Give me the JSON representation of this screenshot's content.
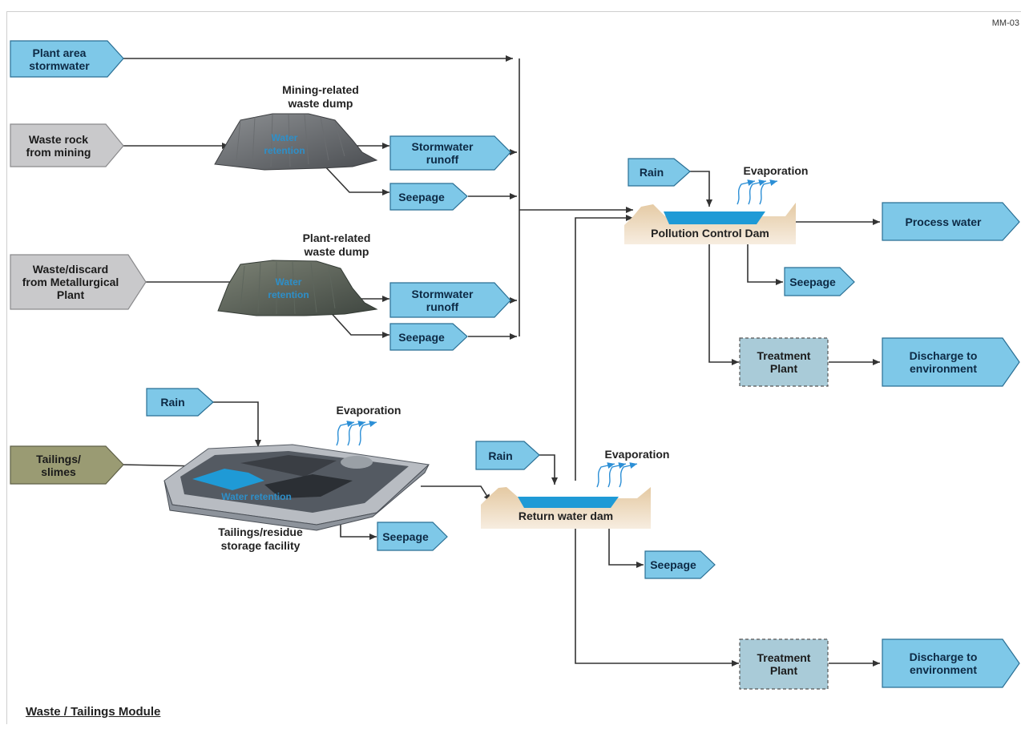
{
  "diagram": {
    "reference": "MM-03",
    "module_title": "Waste / Tailings Module",
    "colors": {
      "blue_box": "#7ec8e8",
      "blue_box_stroke": "#2a6f94",
      "grey_box": "#c9c9cb",
      "olive_box": "#9a9b73",
      "treatment_box": "#a9cbd8",
      "water": "#1f9ad6",
      "earth": "#e9d3b3",
      "arrow": "#333333",
      "evap": "#2c8fd6"
    },
    "inputs": {
      "plant_area_stormwater": "Plant area\nstormwater",
      "waste_rock": "Waste rock\nfrom mining",
      "waste_discard": "Waste/discard\nfrom Metallurgical\nPlant",
      "tailings": "Tailings/\nslimes"
    },
    "mining_dump": {
      "label": "Mining-related\nwaste dump",
      "inner_label": "Water\nretention",
      "stormwater": "Stormwater\nrunoff",
      "seepage": "Seepage"
    },
    "plant_dump": {
      "label": "Plant-related\nwaste dump",
      "inner_label": "Water\nretention",
      "stormwater": "Stormwater\nrunoff",
      "seepage": "Seepage"
    },
    "tsf": {
      "rain": "Rain",
      "evaporation": "Evaporation",
      "label": "Tailings/residue\nstorage facility",
      "inner_label": "Water retention",
      "seepage": "Seepage"
    },
    "pcd": {
      "rain": "Rain",
      "evaporation": "Evaporation",
      "label": "Pollution Control Dam",
      "seepage": "Seepage",
      "process_water": "Process water",
      "treatment": "Treatment\nPlant",
      "discharge": "Discharge to\nenvironment"
    },
    "rwd": {
      "rain": "Rain",
      "evaporation": "Evaporation",
      "label": "Return water dam",
      "seepage": "Seepage",
      "treatment": "Treatment\nPlant",
      "discharge": "Discharge to\nenvironment"
    }
  }
}
